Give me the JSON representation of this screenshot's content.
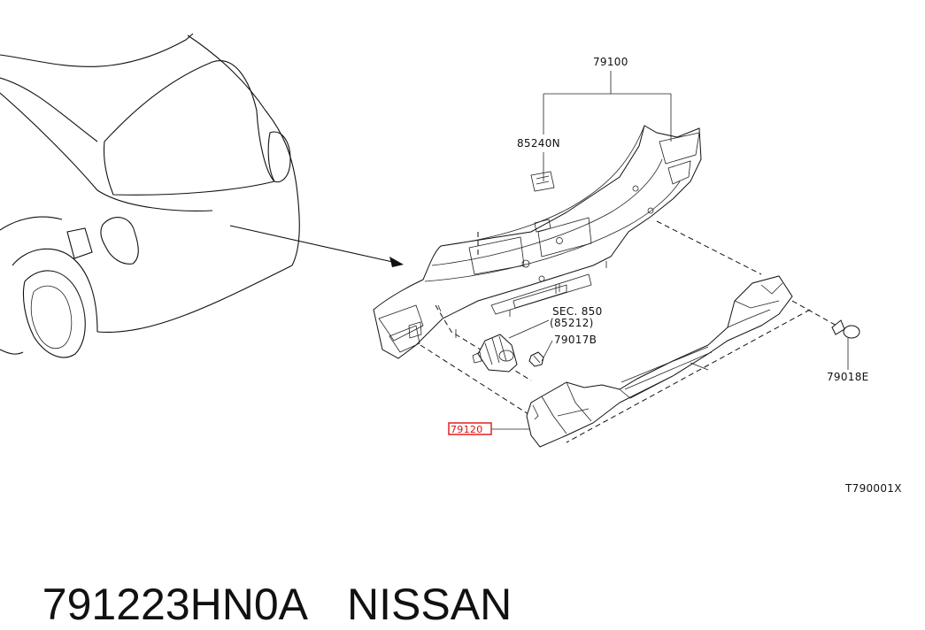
{
  "labels": {
    "l79100": "79100",
    "l85240n": "85240N",
    "sec_line1": "SEC. 850",
    "sec_line2": "(85212)",
    "l79017b": "79017B",
    "l79018e": "79018E",
    "l79120": "79120",
    "drawing_code": "T790001X"
  },
  "caption": {
    "part_number": "791223HN0A",
    "brand": "NISSAN"
  },
  "colors": {
    "highlight": "#e01010",
    "line": "#111111"
  }
}
